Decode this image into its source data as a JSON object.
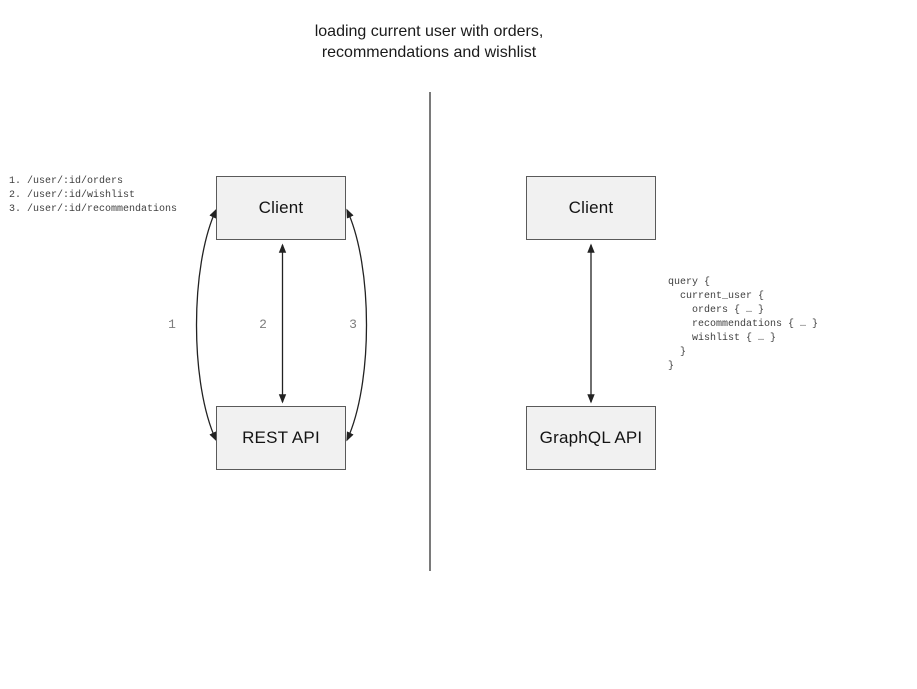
{
  "title": {
    "line1": "loading current user with orders,",
    "line2": "recommendations and wishlist"
  },
  "rest_panel": {
    "endpoints": [
      "1. /user/:id/orders",
      "2. /user/:id/wishlist",
      "3. /user/:id/recommendations"
    ],
    "client_box": "Client",
    "api_box": "REST API",
    "arrow_labels": [
      "1",
      "2",
      "3"
    ]
  },
  "graphql_panel": {
    "client_box": "Client",
    "api_box": "GraphQL API",
    "query_lines": [
      "query {",
      "  current_user {",
      "    orders { … }",
      "    recommendations { … }",
      "    wishlist { … }",
      "  }",
      "}"
    ]
  },
  "colors": {
    "box_fill": "#f1f1f1",
    "box_border": "#5a5a5a",
    "arrow": "#222222",
    "divider": "#7a7a7a",
    "text_primary": "#1a1a1a",
    "code_text": "#3f3f3f",
    "label_muted": "#7d7d7d"
  }
}
